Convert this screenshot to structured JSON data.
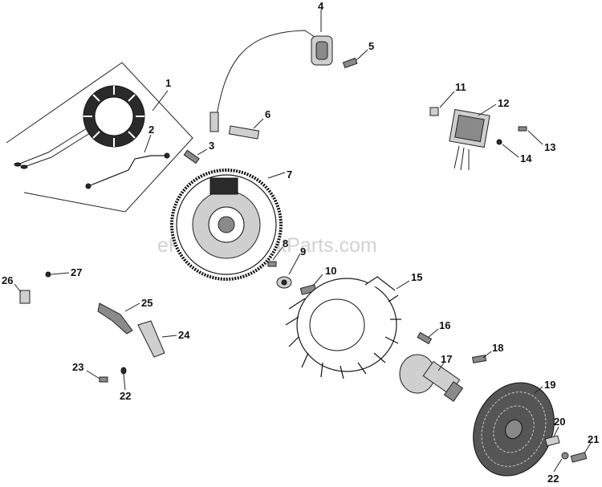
{
  "diagram": {
    "watermark": "eReplacementParts.com",
    "callouts": [
      "1",
      "2",
      "3",
      "4",
      "5",
      "6",
      "7",
      "8",
      "9",
      "10",
      "11",
      "12",
      "13",
      "14",
      "15",
      "16",
      "17",
      "18",
      "19",
      "20",
      "21",
      "22",
      "22",
      "23",
      "24",
      "25",
      "26",
      "27"
    ]
  }
}
